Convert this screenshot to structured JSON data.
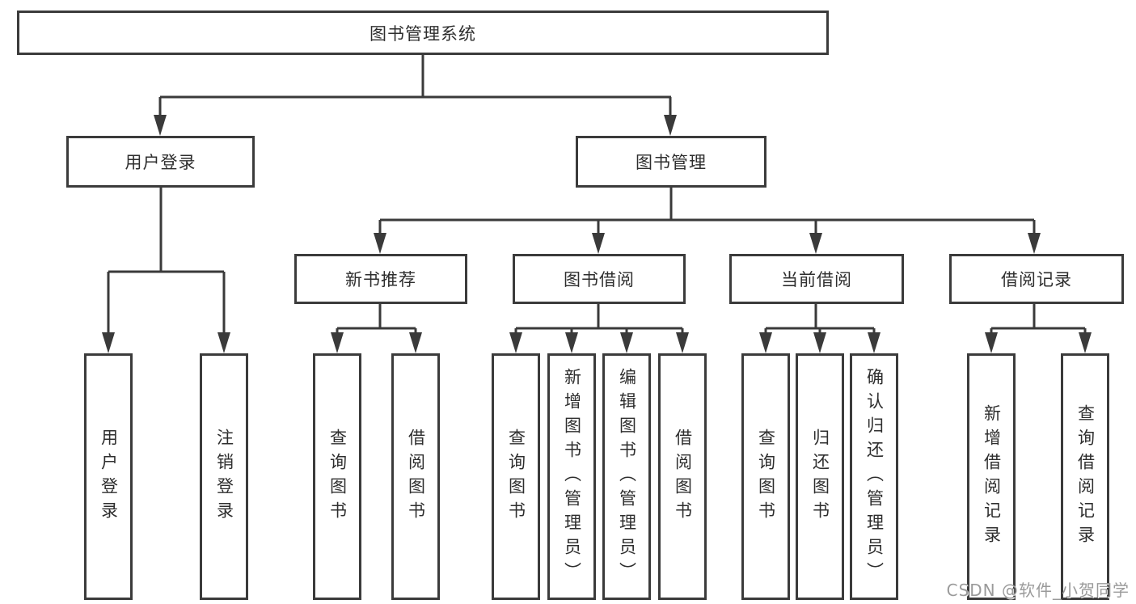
{
  "diagram": {
    "root": {
      "label": "图书管理系统"
    },
    "level2": [
      {
        "id": "user-login",
        "label": "用户登录"
      },
      {
        "id": "book-management",
        "label": "图书管理"
      }
    ],
    "level3": [
      {
        "id": "new-book-recommend",
        "label": "新书推荐",
        "parent": "图书管理"
      },
      {
        "id": "book-borrow",
        "label": "图书借阅",
        "parent": "图书管理"
      },
      {
        "id": "current-borrow",
        "label": "当前借阅",
        "parent": "图书管理"
      },
      {
        "id": "borrow-record",
        "label": "借阅记录",
        "parent": "图书管理"
      }
    ],
    "leaves": [
      {
        "id": "user-login-leaf",
        "label": "用户登录",
        "parent": "用户登录"
      },
      {
        "id": "logout",
        "label": "注销登录",
        "parent": "用户登录"
      },
      {
        "id": "query-books-1",
        "label": "查询图书",
        "parent": "新书推荐"
      },
      {
        "id": "borrow-books-1",
        "label": "借阅图书",
        "parent": "新书推荐"
      },
      {
        "id": "query-books-2",
        "label": "查询图书",
        "parent": "图书借阅"
      },
      {
        "id": "add-books-admin",
        "label": "新增图书（管理员）",
        "parent": "图书借阅"
      },
      {
        "id": "edit-books-admin",
        "label": "编辑图书（管理员）",
        "parent": "图书借阅"
      },
      {
        "id": "borrow-books-2",
        "label": "借阅图书",
        "parent": "图书借阅"
      },
      {
        "id": "query-books-3",
        "label": "查询图书",
        "parent": "当前借阅"
      },
      {
        "id": "return-books",
        "label": "归还图书",
        "parent": "当前借阅"
      },
      {
        "id": "confirm-return-admin",
        "label": "确认归还（管理员）",
        "parent": "当前借阅"
      },
      {
        "id": "add-borrow-record",
        "label": "新增借阅记录",
        "parent": "借阅记录"
      },
      {
        "id": "query-borrow-record",
        "label": "查询借阅记录",
        "parent": "借阅记录"
      }
    ]
  },
  "watermark": {
    "text": "CSDN @软件_小贺同学"
  },
  "colors": {
    "line": "#3a3a3a",
    "box_border": "#3b3b3b",
    "box_fill": "#ffffff",
    "text": "#2e2e2e",
    "watermark": "#9a9a9a",
    "background": "#ffffff"
  }
}
